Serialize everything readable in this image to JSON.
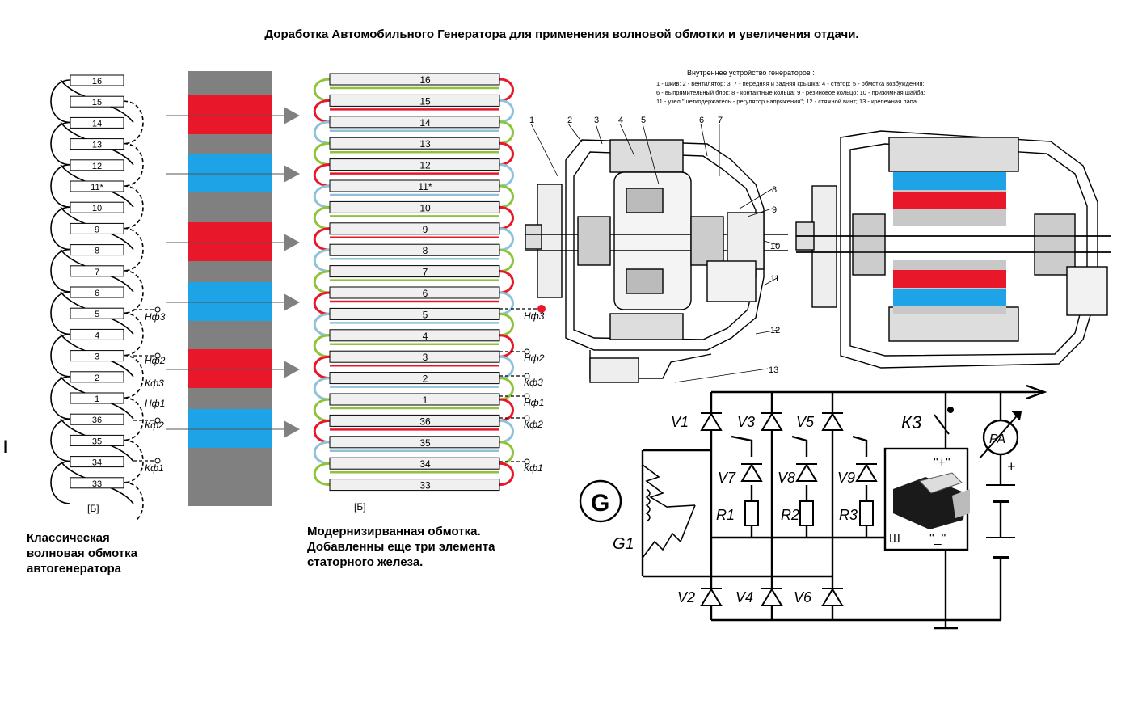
{
  "title": "Доработка Автомобильного Генератора  для применения волновой обмотки и увеличения отдачи.",
  "left_marker": "I",
  "classic": {
    "caption": [
      "Классическая",
      "волновая обмотка",
      "автогенератора"
    ],
    "slots": [
      "16",
      "15",
      "14",
      "13",
      "12",
      "11*",
      "10",
      "9",
      "8",
      "7",
      "6",
      "5",
      "4",
      "3",
      "2",
      "1",
      "36",
      "35",
      "34",
      "33"
    ],
    "fig_label": "[Б]",
    "terminals": [
      "Нф3",
      "Нф2",
      "Кф3",
      "Нф1",
      "Кф2",
      "Кф1"
    ]
  },
  "modern": {
    "caption": [
      "Модернизирванная обмотка.",
      "Добавленны еще три элемента",
      "статорного железа."
    ],
    "slots": [
      "16",
      "15",
      "14",
      "13",
      "12",
      "11*",
      "10",
      "9",
      "8",
      "7",
      "6",
      "5",
      "4",
      "3",
      "2",
      "1",
      "36",
      "35",
      "34",
      "33"
    ],
    "fig_label": "[Б]",
    "terminals": [
      "Нф3",
      "Нф2",
      "Кф3",
      "Нф1",
      "Кф2",
      "Кф1"
    ]
  },
  "magnet_colors": {
    "red": "#e8182a",
    "blue": "#1ea3e6",
    "gray": "#808080"
  },
  "generator": {
    "header": "Внутреннее устройство генераторов :",
    "legend": [
      "1 - шкив; 2 - вентилятор; 3, 7 - передняя и задняя крышка; 4 - статор; 5 - обмотка возбуждения;",
      "6 - выпрямительный блок; 8 - контактные кольца; 9 - резиновое кольцо; 10 - прижимная шайба;",
      "11 - узел \"щеткодержатель - регулятор напряжения\"; 12 - стяжной винт; 13 - крепежная лапа"
    ],
    "callouts": [
      "1",
      "2",
      "3",
      "4",
      "5",
      "6",
      "7",
      "8",
      "9",
      "10",
      "11",
      "12",
      "13"
    ]
  },
  "circuit": {
    "diodes_top": [
      "V1",
      "V3",
      "V5"
    ],
    "diodes_bottom": [
      "V2",
      "V4",
      "V6"
    ],
    "diodes_exc": [
      "V7",
      "V8",
      "V9"
    ],
    "resistors": [
      "R1",
      "R2",
      "R3"
    ],
    "switch": "К3",
    "gen_symbol": "G",
    "gen_label": "G1",
    "meter": "PA",
    "plus": "+",
    "reg_plus": "\"+\"",
    "reg_minus": "\"_\"",
    "reg_sh": "Ш"
  }
}
